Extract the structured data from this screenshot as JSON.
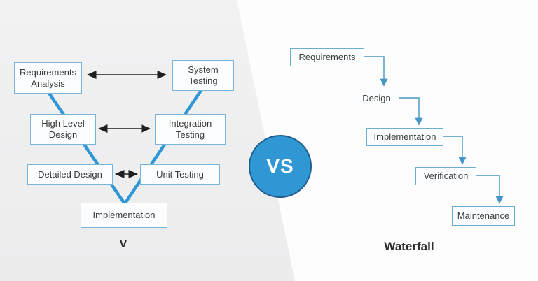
{
  "left_panel": {
    "title": "V",
    "boxes": {
      "requirements_analysis": "Requirements Analysis",
      "system_testing": "System Testing",
      "high_level_design": "High Level Design",
      "integration_testing": "Integration Testing",
      "detailed_design": "Detailed Design",
      "unit_testing": "Unit Testing",
      "implementation": "Implementation"
    }
  },
  "right_panel": {
    "title": "Waterfall",
    "boxes": {
      "requirements": "Requirements",
      "design": "Design",
      "implementation": "Implementation",
      "verification": "Verification",
      "maintenance": "Maintenance"
    }
  },
  "vs_badge": "VS",
  "colors": {
    "accent_blue": "#2e97d4",
    "connector_blue": "#4596c8",
    "box_border_left": "#79b5da",
    "box_border_right": "#6aaed6",
    "vs_border": "#235e8c",
    "arrow_black": "#1f1f1f",
    "left_background": "#efeff0",
    "right_background": "#fdfdfe"
  }
}
